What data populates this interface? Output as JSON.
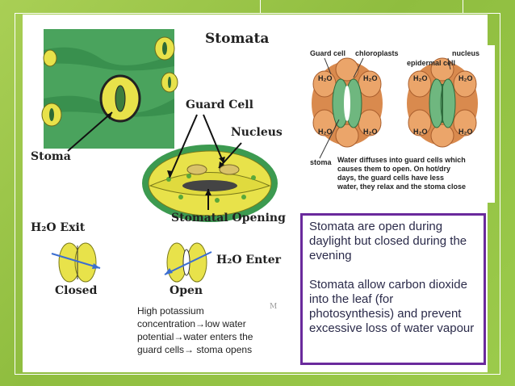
{
  "figure_left": {
    "title": "Stomata",
    "labels": {
      "guard_cell": "Guard Cell",
      "nucleus": "Nucleus",
      "stoma": "Stoma",
      "stomatal_opening": "Stomatal Opening",
      "h2o_exit": "H₂O Exit",
      "h2o_enter": "H₂O Enter",
      "closed": "Closed",
      "open": "Open"
    }
  },
  "figure_right": {
    "labels": {
      "guard_cell": "Guard cell",
      "chloroplasts": "chloroplasts",
      "nucleus": "nucleus",
      "epidermal_cell": "epidermal cell",
      "h2o": "H₂O",
      "stoma": "stoma"
    },
    "description": [
      "Water diffuses into guard cells which",
      "causes them to open.  On hot/dry",
      "days, the guard cells have less",
      "water, they relax and the stoma close"
    ]
  },
  "caption_left": [
    "High potassium",
    "concentration→low water",
    "potential→water enters the",
    "guard cells→ stoma opens"
  ],
  "text_box": {
    "para1": "Stomata are open during daylight but closed during the evening",
    "para2": "Stomata allow carbon dioxide into the leaf (for photosynthesis) and prevent excessive loss of water vapour"
  },
  "colors": {
    "background": "#9bc24a",
    "box_border": "#6a2a9c",
    "leaf": "#3f9a55",
    "guard_cell": "#e6e34a"
  }
}
